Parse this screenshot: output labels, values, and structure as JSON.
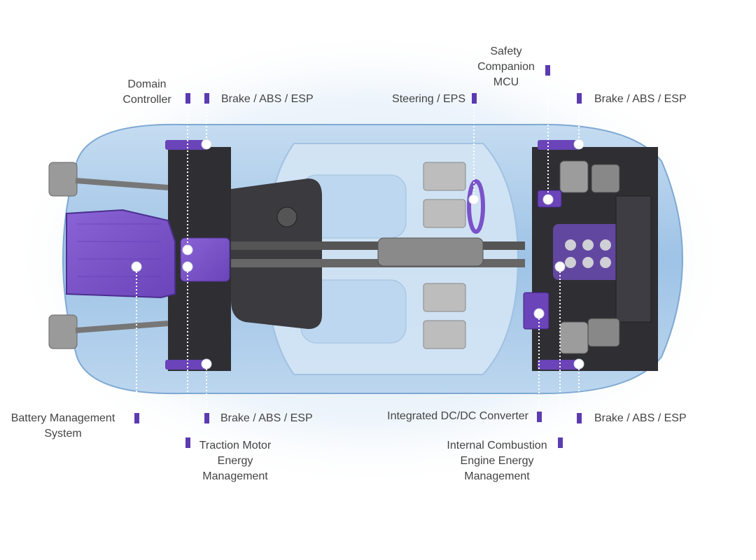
{
  "labels": {
    "domain_controller": [
      "Domain",
      "Controller"
    ],
    "brake_front_left": "Brake / ABS / ESP",
    "steering": "Steering / EPS",
    "safety_mcu": [
      "Safety",
      "Companion",
      "MCU"
    ],
    "brake_front_right": "Brake / ABS / ESP",
    "battery_mgmt": [
      "Battery Management",
      "System"
    ],
    "brake_rear_left": "Brake / ABS / ESP",
    "traction_motor": [
      "Traction Motor",
      "Energy",
      "Management"
    ],
    "dcdc": "Integrated DC/DC Converter",
    "brake_rear_right": "Brake / ABS / ESP",
    "ice_energy": [
      "Internal Combustion",
      "Engine Energy",
      "Management"
    ]
  },
  "colors": {
    "marker": "#5b3bb0",
    "component_purple": "#7a52c9",
    "body_blue": "#a9cbe9",
    "chassis_dark": "#2f2f33"
  }
}
